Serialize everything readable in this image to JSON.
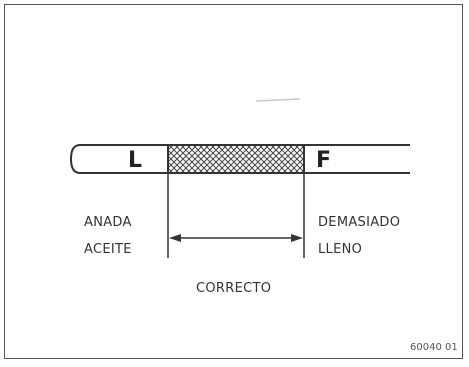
{
  "dipstick": {
    "low_mark": "L",
    "full_mark": "F"
  },
  "labels": {
    "low_line1": "ANADA",
    "low_line2": "ACEITE",
    "high_line1": "DEMASIADO",
    "high_line2": "LLENO",
    "correct": "CORRECTO"
  },
  "reference_code": "60040 01",
  "colors": {
    "line": "#333333",
    "hatch": "#444444"
  }
}
